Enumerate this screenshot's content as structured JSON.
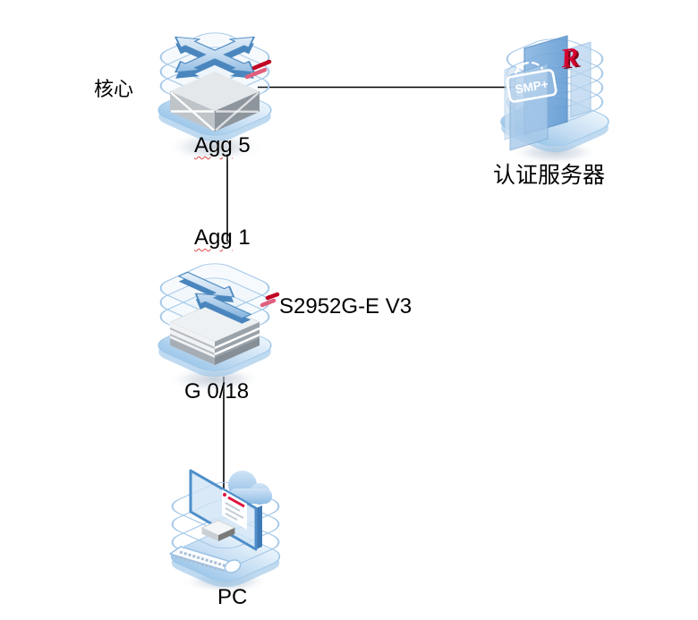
{
  "diagram_type": "network-topology",
  "nodes": {
    "core_switch": {
      "name": "核心",
      "device_role": "core-switch",
      "port_to_access": {
        "word": "Agg",
        "rest": " 5"
      }
    },
    "auth_server": {
      "name": "认证服务器",
      "device_role": "authentication-server",
      "badge_label": "SMP+",
      "vendor_logo_letter": "R"
    },
    "access_switch": {
      "model": "S2952G-E V3",
      "device_role": "access-switch",
      "port_to_core": {
        "word": "Agg",
        "rest": " 1"
      },
      "port_to_pc": "G 0/18"
    },
    "pc": {
      "name": "PC",
      "device_role": "client-pc"
    }
  },
  "links": [
    {
      "from": "core_switch",
      "to": "auth_server"
    },
    {
      "from": "core_switch",
      "to": "access_switch"
    },
    {
      "from": "access_switch",
      "to": "pc"
    }
  ],
  "colors": {
    "background": "#ffffff",
    "link_line": "#000000",
    "icon_outline_blue": "#a5c8e8",
    "icon_fill_blue": "#bcd8ef",
    "arrow_blue": "#5b9bd5",
    "chassis_gray": "#8f979e",
    "accent_red": "#c00022",
    "accent_pink": "#e0607e",
    "squiggle_red": "#e24747",
    "label_text": "#000000"
  }
}
